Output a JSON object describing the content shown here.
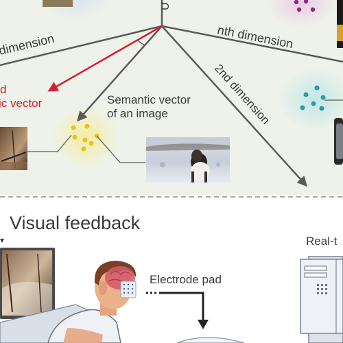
{
  "semantic_space": {
    "axis_labels": {
      "top": "U",
      "left_dimension": "dimension",
      "nth_dimension": "nth dimension",
      "second_dimension": "2nd dimension"
    },
    "target_vector_label": [
      "d",
      "ic vector"
    ],
    "image_vector_label": [
      "Semantic vector",
      "of an image"
    ],
    "cluster_colors": {
      "yellow": "#e8c41a",
      "teal": "#2a9ca2",
      "magenta": "#8a2a7a",
      "target_arrow": "#d81b2f"
    }
  },
  "feedback_panel": {
    "title": "Visual feedback",
    "electrode_label": "Electrode pad",
    "computer_label": "Real-t"
  }
}
